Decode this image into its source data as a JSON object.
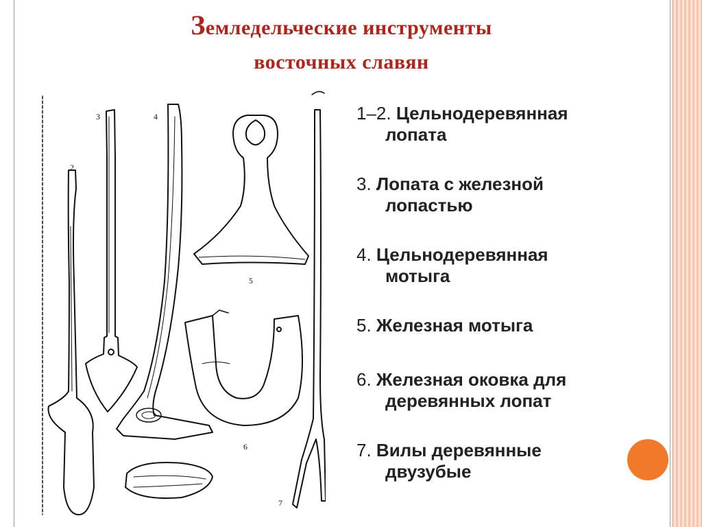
{
  "title": {
    "line1": "Земледельческие инструменты",
    "line2": "восточных славян"
  },
  "figure_labels": [
    "2",
    "3",
    "4",
    "5",
    "6",
    "7"
  ],
  "captions": [
    {
      "num": "1–2.",
      "text": "Цельнодеревянная",
      "cont": "лопата"
    },
    {
      "num": "3.",
      "text": "Лопата с железной",
      "cont": "лопастью"
    },
    {
      "num": "4.",
      "text": "Цельнодеревянная",
      "cont": "мотыга"
    },
    {
      "num": "5.",
      "text": "Железная мотыга",
      "cont": ""
    },
    {
      "num": "6.",
      "text": "Железная оковка для",
      "cont": "деревянных лопат"
    },
    {
      "num": "7.",
      "text": "Вилы деревянные",
      "cont": "двузубые"
    }
  ],
  "colors": {
    "title": "#b0251b",
    "accent_dot": "#f07a2a",
    "stripes": "#f7c5ad"
  }
}
